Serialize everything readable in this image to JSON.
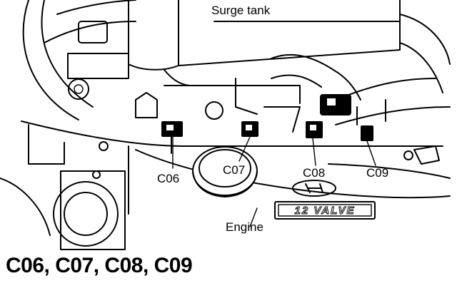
{
  "diagram": {
    "labels": {
      "surge_tank": "Surge tank",
      "engine": "Engine",
      "c06": "C06",
      "c07": "C07",
      "c08": "C08",
      "c09": "C09",
      "valve_badge": "12 VALVE"
    },
    "caption": "C06, C07, C08, C09"
  }
}
